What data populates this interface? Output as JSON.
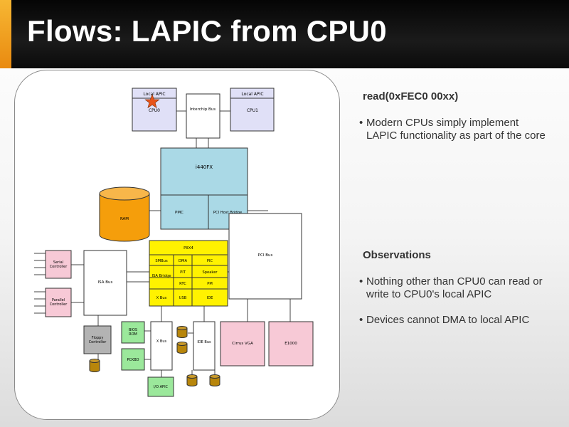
{
  "slide": {
    "title": "Flows: LAPIC from CPU0"
  },
  "diagram": {
    "cpu0": {
      "top": "Local APIC",
      "label": "CPU0"
    },
    "cpu1": {
      "top": "Local APIC",
      "label": "CPU1"
    },
    "interchip_bus": "Interchip Bus",
    "i440fx": "i440FX",
    "pmc": "PMC",
    "pci_host_bridge": "PCI Host Bridge",
    "ram": "RAM",
    "pci_bus": "PCI Bus",
    "piix4": "PIIX4",
    "piix4_cells": [
      "SMBus",
      "DMA",
      "PIC",
      "ISA Bridge",
      "PIT",
      "Speaker",
      "RTC",
      "PM",
      "X Bus",
      "USB",
      "IDE"
    ],
    "isa_bus": "ISA Bus",
    "serial": "Serial Controller",
    "parallel": "Parallel Controller",
    "floppy": "Floppy Controller",
    "bios_rom": "BIOS ROM",
    "pckbd": "PCKBD",
    "x_bus": "X Bus",
    "ide_bus": "IDE Bus",
    "io_apic": "I/O APIC",
    "cirrus_vga": "Cirrus VGA",
    "e1000": "E1000"
  },
  "notes": {
    "section1": {
      "heading": "read(0xFEC0 00xx)",
      "bullets": [
        "Modern CPUs simply implement LAPIC functionality as part of the core"
      ]
    },
    "section2": {
      "heading": "Observations",
      "bullets": [
        "Nothing other than CPU0 can read or write to CPU0's local APIC",
        "Devices cannot DMA to local APIC"
      ]
    }
  },
  "colors": {
    "cpu": "#e0e0f7",
    "chipset": "#aad9e6",
    "ram": "#f59e0b",
    "piix4": "#fff200",
    "legacy": "#f7c9d6",
    "green": "#9be89b",
    "floppy": "#b3b3b3",
    "disk": "#b8860b",
    "star": "#e8541a"
  }
}
